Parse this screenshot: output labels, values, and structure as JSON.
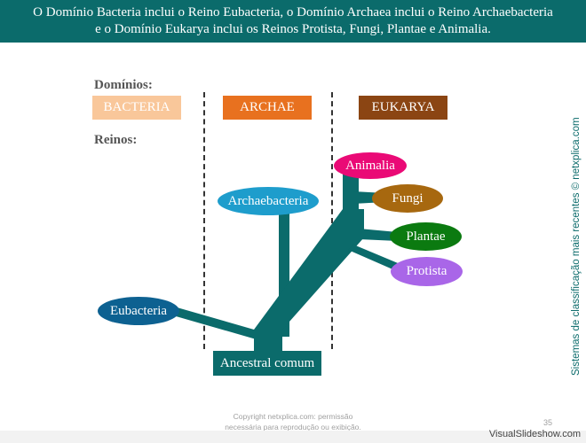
{
  "header": {
    "line1": "O Domínio Bacteria inclui o Reino Eubacteria, o Domínio Archaea inclui o Reino Archaebacteria",
    "line2": "e o Domínio Eukarya inclui os Reinos Protista, Fungi, Plantae e Animalia."
  },
  "labels": {
    "dominios": "Domínios:",
    "reinos": "Reinos:"
  },
  "domains": [
    {
      "name": "BACTERIA",
      "color": "#f9c79a"
    },
    {
      "name": "ARCHAE",
      "color": "#e8711f"
    },
    {
      "name": "EUKARYA",
      "color": "#8b4513"
    }
  ],
  "kingdoms": [
    {
      "name": "Eubacteria",
      "color": "#0d6191"
    },
    {
      "name": "Archaebacteria",
      "color": "#1e9dcc"
    },
    {
      "name": "Animalia",
      "color": "#ea0a76"
    },
    {
      "name": "Fungi",
      "color": "#a7680f"
    },
    {
      "name": "Plantae",
      "color": "#0b7a10"
    },
    {
      "name": "Protista",
      "color": "#a966e8"
    }
  ],
  "root": {
    "name": "Ancestral comum"
  },
  "tree_color": "#0b6b6b",
  "side_text": "Sistemas de classificação mais recentes © netxplica.com",
  "footer": {
    "line1": "Copyright netxplica.com: permissão",
    "line2": "necessária para reprodução ou exibição."
  },
  "page_number": "35",
  "watermark": "VisualSlideshow.com"
}
